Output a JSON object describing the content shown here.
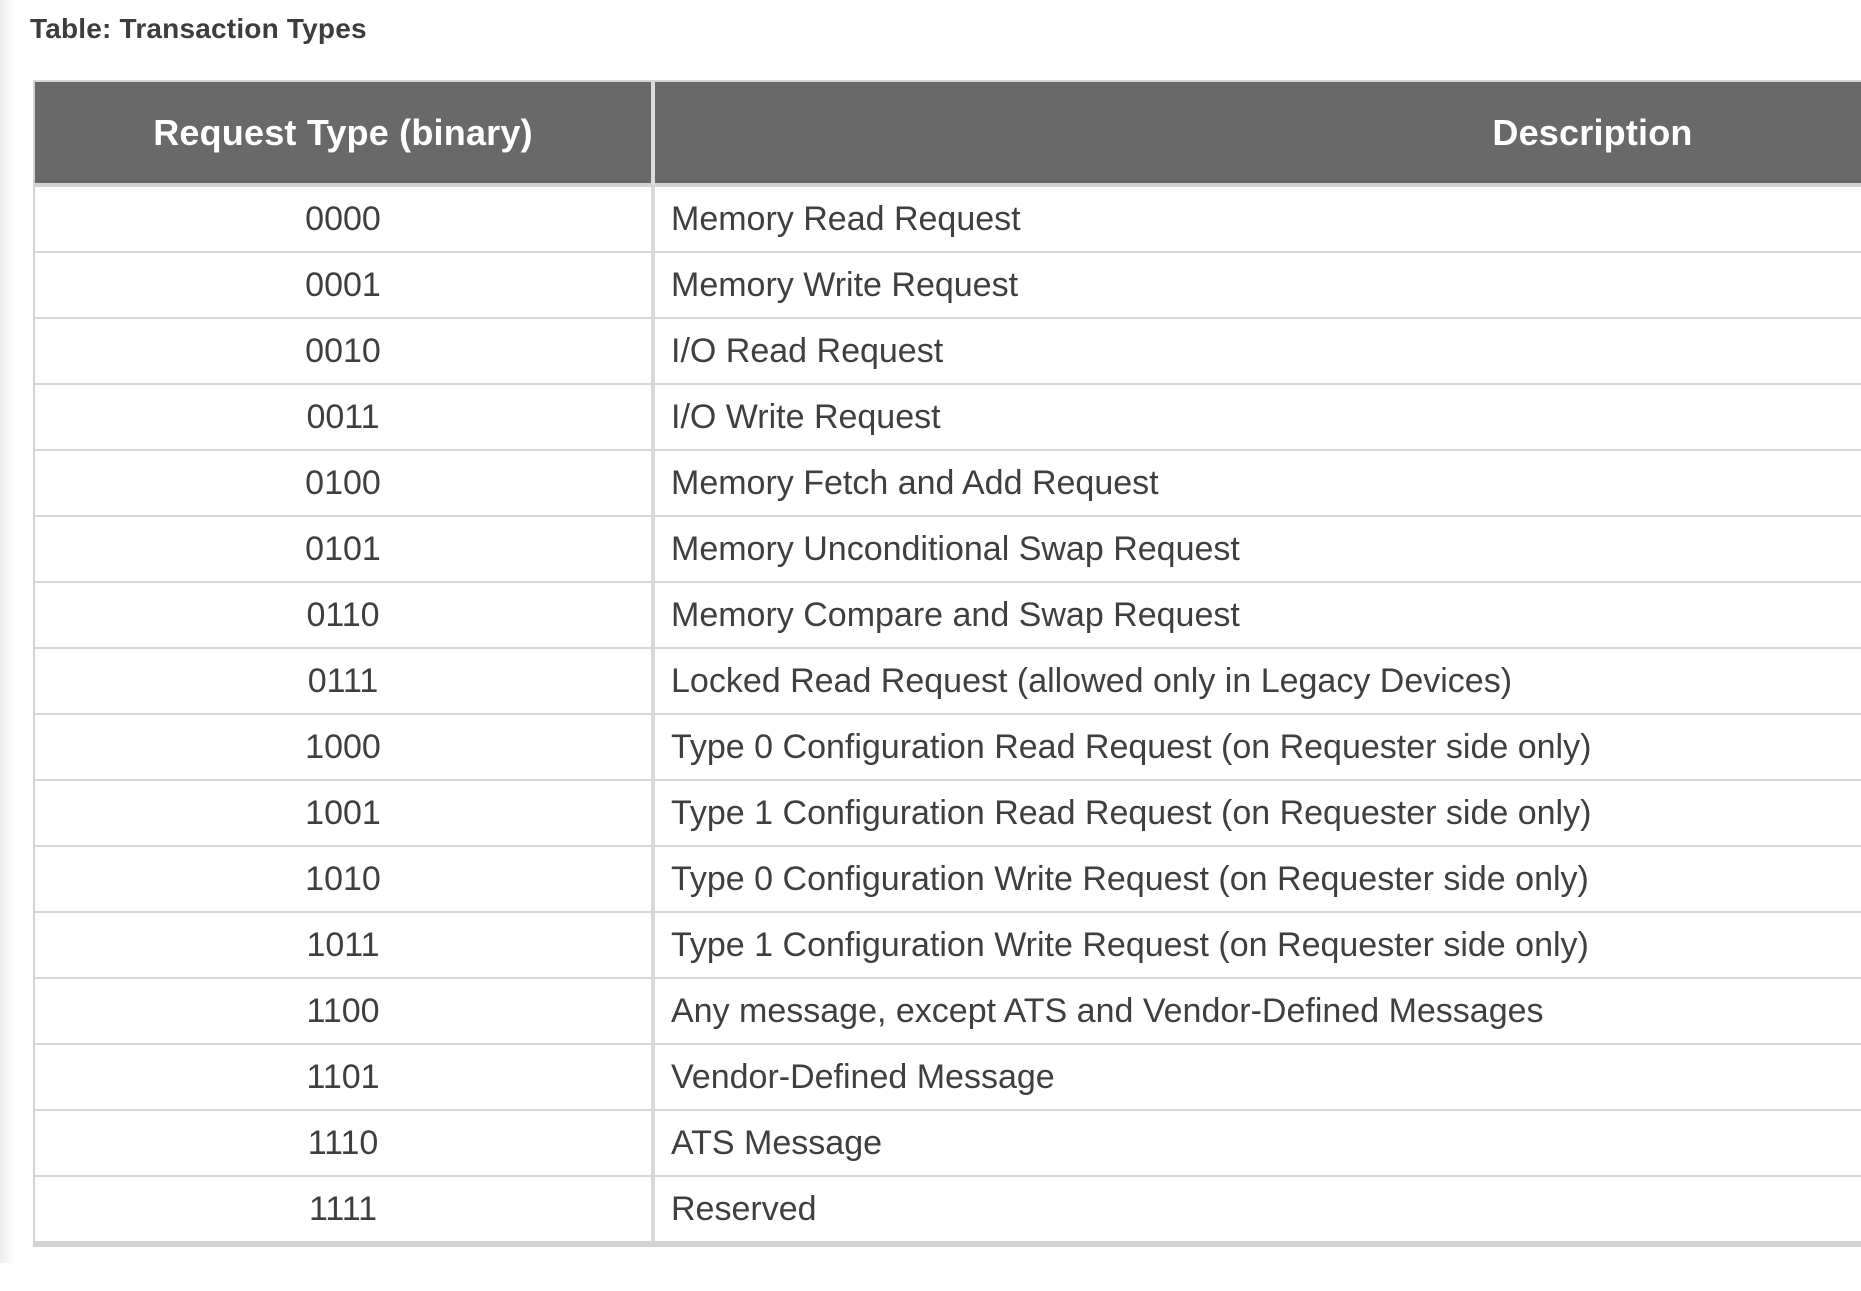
{
  "title": "Table: Transaction Types",
  "table": {
    "columns": [
      "Request Type (binary)",
      "Description"
    ],
    "rows": [
      [
        "0000",
        "Memory Read Request"
      ],
      [
        "0001",
        "Memory Write Request"
      ],
      [
        "0010",
        "I/O Read Request"
      ],
      [
        "0011",
        "I/O Write Request"
      ],
      [
        "0100",
        "Memory Fetch and Add Request"
      ],
      [
        "0101",
        "Memory Unconditional Swap Request"
      ],
      [
        "0110",
        "Memory Compare and Swap Request"
      ],
      [
        "0111",
        "Locked Read Request (allowed only in Legacy Devices)"
      ],
      [
        "1000",
        "Type 0 Configuration Read Request (on Requester side only)"
      ],
      [
        "1001",
        "Type 1 Configuration Read Request (on Requester side only)"
      ],
      [
        "1010",
        "Type 0 Configuration Write Request (on Requester side only)"
      ],
      [
        "1011",
        "Type 1 Configuration Write Request (on Requester side only)"
      ],
      [
        "1100",
        "Any message, except ATS and Vendor-Defined Messages"
      ],
      [
        "1101",
        "Vendor-Defined Message"
      ],
      [
        "1110",
        "ATS Message"
      ],
      [
        "1111",
        "Reserved"
      ]
    ],
    "colors": {
      "header_bg": "#696969",
      "header_text": "#ffffff",
      "cell_text": "#3f3f3f",
      "border": "#d3d3d3"
    }
  }
}
